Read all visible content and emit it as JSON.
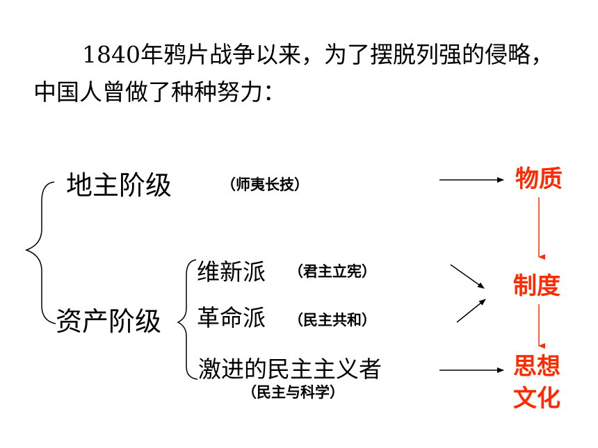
{
  "intro": {
    "text": "1840年鸦片战争以来，为了摆脱列强的侵略，中国人曾做了种种努力："
  },
  "classes": {
    "landlord": "地主阶级",
    "landlord_note": "（师夷长技）",
    "bourgeois": "资产阶级"
  },
  "factions": {
    "reformist": "维新派",
    "reformist_note": "（君主立宪）",
    "revolutionary": "革命派",
    "revolutionary_note": "（民主共和）",
    "radical": "激进的民主主义者",
    "radical_note": "（民主与科学）"
  },
  "levels": {
    "material": "物质",
    "institution": "制度",
    "thought_line1": "思想",
    "thought_line2": "文化"
  },
  "colors": {
    "accent": "#ff2a00",
    "text": "#000000"
  }
}
